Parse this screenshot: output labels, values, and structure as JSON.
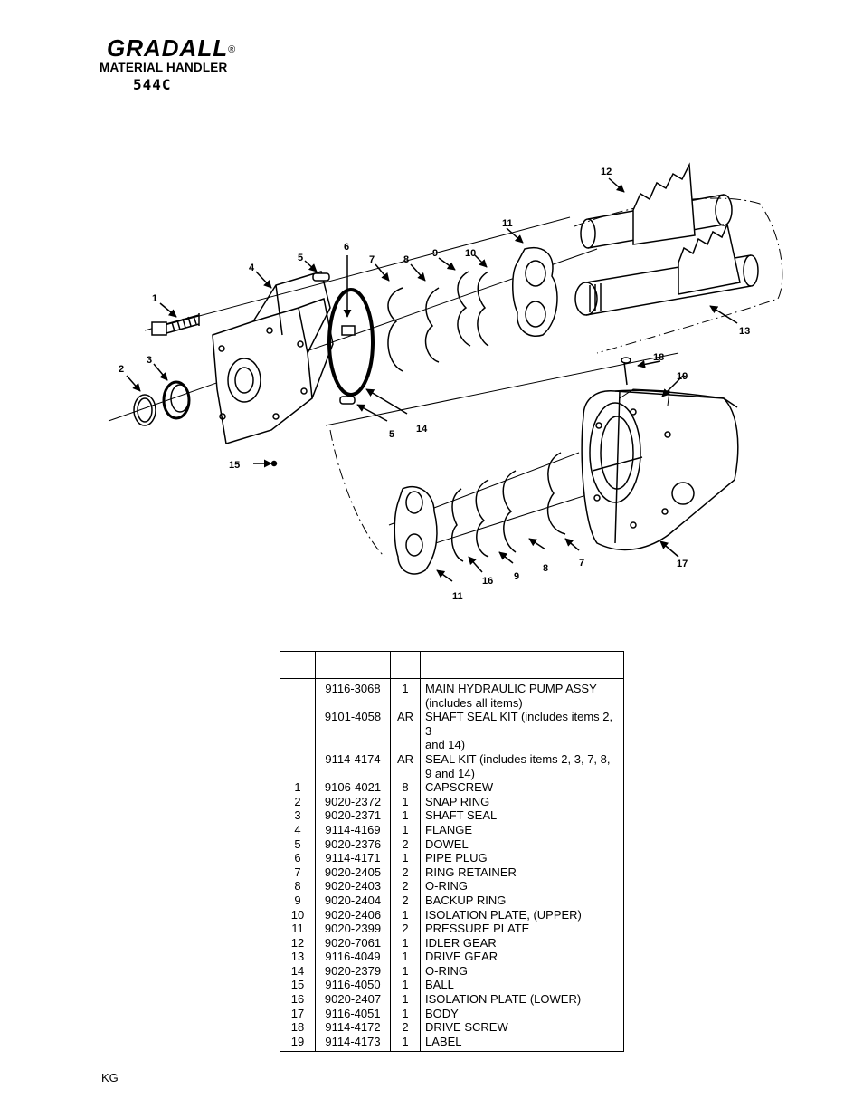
{
  "header": {
    "brand": "GRADALL",
    "registered": "®",
    "subtitle": "MATERIAL HANDLER",
    "model": "544C"
  },
  "diagram": {
    "callouts": [
      "1",
      "2",
      "3",
      "4",
      "5",
      "6",
      "7",
      "8",
      "9",
      "10",
      "11",
      "12",
      "13",
      "14",
      "5",
      "15",
      "18",
      "19",
      "11",
      "16",
      "9",
      "8",
      "7",
      "17"
    ]
  },
  "table": {
    "headers": [
      "",
      "",
      "",
      ""
    ],
    "rows": [
      {
        "item": "",
        "part": "9116-3068",
        "qty": "1",
        "desc": "MAIN HYDRAULIC PUMP ASSY",
        "desc2": "(includes all items)"
      },
      {
        "item": "",
        "part": "9101-4058",
        "qty": "AR",
        "desc": "SHAFT SEAL KIT (includes items 2, 3",
        "desc2": "and 14)"
      },
      {
        "item": "",
        "part": "9114-4174",
        "qty": "AR",
        "desc": "SEAL KIT (includes items 2, 3, 7, 8,",
        "desc2": "9 and 14)"
      },
      {
        "item": "1",
        "part": "9106-4021",
        "qty": "8",
        "desc": "CAPSCREW"
      },
      {
        "item": "2",
        "part": "9020-2372",
        "qty": "1",
        "desc": "SNAP RING"
      },
      {
        "item": "3",
        "part": "9020-2371",
        "qty": "1",
        "desc": "SHAFT SEAL"
      },
      {
        "item": "4",
        "part": "9114-4169",
        "qty": "1",
        "desc": "FLANGE"
      },
      {
        "item": "5",
        "part": "9020-2376",
        "qty": "2",
        "desc": "DOWEL"
      },
      {
        "item": "6",
        "part": "9114-4171",
        "qty": "1",
        "desc": "PIPE PLUG"
      },
      {
        "item": "7",
        "part": "9020-2405",
        "qty": "2",
        "desc": "RING RETAINER"
      },
      {
        "item": "8",
        "part": "9020-2403",
        "qty": "2",
        "desc": "O-RING"
      },
      {
        "item": "9",
        "part": "9020-2404",
        "qty": "2",
        "desc": "BACKUP RING"
      },
      {
        "item": "10",
        "part": "9020-2406",
        "qty": "1",
        "desc": "ISOLATION PLATE, (UPPER)"
      },
      {
        "item": "11",
        "part": "9020-2399",
        "qty": "2",
        "desc": "PRESSURE PLATE"
      },
      {
        "item": "12",
        "part": "9020-7061",
        "qty": "1",
        "desc": "IDLER GEAR"
      },
      {
        "item": "13",
        "part": "9116-4049",
        "qty": "1",
        "desc": "DRIVE GEAR"
      },
      {
        "item": "14",
        "part": "9020-2379",
        "qty": "1",
        "desc": "O-RING"
      },
      {
        "item": "15",
        "part": "9116-4050",
        "qty": "1",
        "desc": "BALL"
      },
      {
        "item": "16",
        "part": "9020-2407",
        "qty": "1",
        "desc": "ISOLATION PLATE (LOWER)"
      },
      {
        "item": "17",
        "part": "9116-4051",
        "qty": "1",
        "desc": "BODY"
      },
      {
        "item": "18",
        "part": "9114-4172",
        "qty": "2",
        "desc": "DRIVE SCREW"
      },
      {
        "item": "19",
        "part": "9114-4173",
        "qty": "1",
        "desc": "LABEL"
      }
    ]
  },
  "footer": {
    "code": "KG"
  }
}
